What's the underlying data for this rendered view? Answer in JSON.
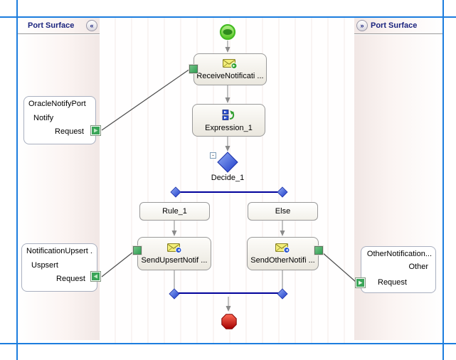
{
  "panels": {
    "left": {
      "title": "Port Surface",
      "collapse_glyph": "«"
    },
    "right": {
      "title": "Port Surface",
      "collapse_glyph": "»"
    }
  },
  "ports": {
    "oracle_notify": {
      "name": "OracleNotifyPort",
      "operation": "Notify",
      "message": "Request",
      "icon": "port-connector-green-arrow-icon"
    },
    "notification_upsert": {
      "name": "NotificationUpsert ...",
      "operation": "Uspsert",
      "message": "Request",
      "icon": "port-connector-green-arrow-icon"
    },
    "other_notification": {
      "name": "OtherNotification...",
      "operation": "Other",
      "message": "Request",
      "icon": "port-connector-green-arrow-icon"
    }
  },
  "shapes": {
    "start": {
      "icon": "start-circle-green-icon"
    },
    "receive": {
      "label": "ReceiveNotificati ...",
      "icon": "receive-message-envelope-icon"
    },
    "expression": {
      "label": "Expression_1",
      "icon": "expression-code-icon"
    },
    "decide": {
      "label": "Decide_1",
      "collapse_glyph": "-",
      "icon": "decision-diamond-icon"
    },
    "rule1": {
      "label": "Rule_1"
    },
    "else_branch": {
      "label": "Else"
    },
    "send_upsert": {
      "label": "SendUpsertNotif ...",
      "icon": "send-message-envelope-icon"
    },
    "send_other": {
      "label": "SendOtherNotifi ...",
      "icon": "send-message-envelope-icon"
    },
    "end": {
      "icon": "end-octagon-red-icon"
    }
  },
  "colors": {
    "guide_line": "#1c7dde",
    "header_text": "#1a237e",
    "branch_line": "#00009b",
    "flow_line": "#9a9a9a",
    "port_link_line": "#4a4a4a",
    "diamond_blue": "#2a4fd8",
    "start_green": "#44bb22",
    "end_red": "#c00000",
    "connector_green": "#3aa558"
  }
}
